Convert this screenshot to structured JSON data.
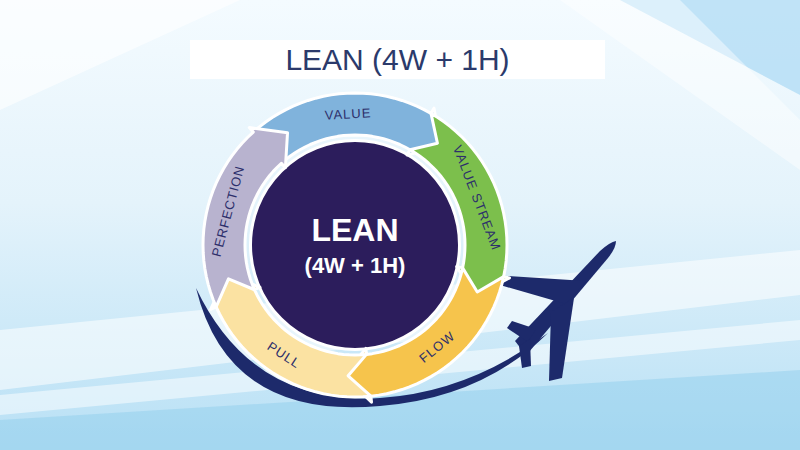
{
  "diagram": {
    "title": "LEAN (4W + 1H)",
    "nodes": [
      {
        "text": [
          "LEAN",
          "(4W + 1H)"
        ]
      },
      {
        "text": [
          "VALUE"
        ]
      },
      {
        "text": [
          "VALUE STREAM"
        ]
      },
      {
        "text": [
          "FLOW"
        ]
      },
      {
        "text": [
          "PULL"
        ]
      },
      {
        "text": [
          "PERFECTION"
        ]
      }
    ]
  }
}
